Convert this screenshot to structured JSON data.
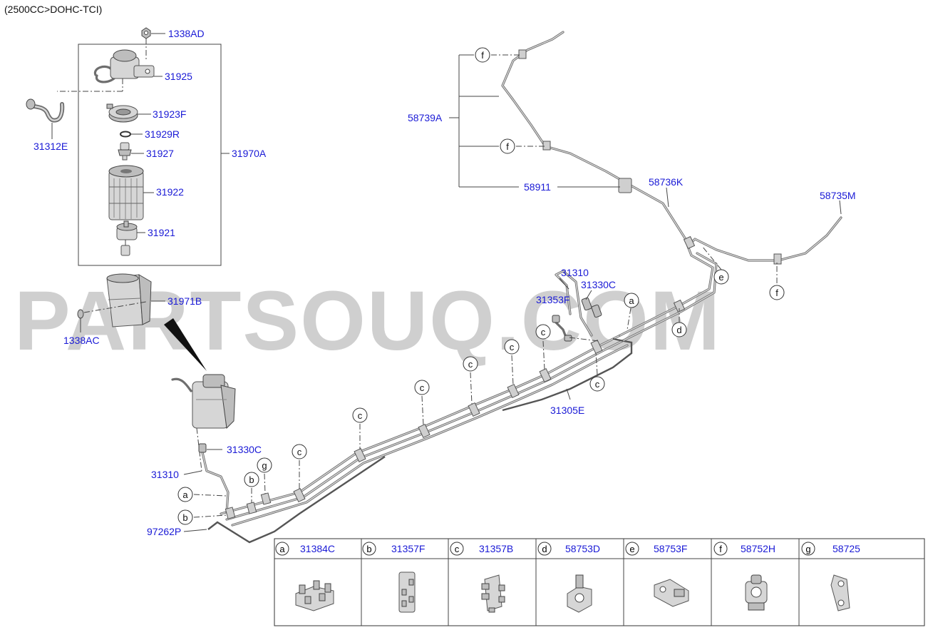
{
  "caption": "(2500CC>DOHC-TCI)",
  "watermark": "PARTSOUQ.COM",
  "parts": {
    "p1338AD": "1338AD",
    "p31925": "31925",
    "p31923F": "31923F",
    "p31929R": "31929R",
    "p31927": "31927",
    "p31922": "31922",
    "p31921": "31921",
    "p31970A": "31970A",
    "p31312E": "31312E",
    "p31971B": "31971B",
    "p1338AC": "1338AC",
    "p58739A": "58739A",
    "p58911": "58911",
    "p58736K": "58736K",
    "p58735M": "58735M",
    "p31310_top": "31310",
    "p31330C_top": "31330C",
    "p31353F": "31353F",
    "p31305E": "31305E",
    "p31330C_low": "31330C",
    "p31310_low": "31310",
    "p97262P": "97262P"
  },
  "bubbles": {
    "f": "f",
    "e": "e",
    "d": "d",
    "c": "c",
    "a": "a",
    "b": "b",
    "g": "g"
  },
  "legend": [
    {
      "letter": "a",
      "part": "31384C"
    },
    {
      "letter": "b",
      "part": "31357F"
    },
    {
      "letter": "c",
      "part": "31357B"
    },
    {
      "letter": "d",
      "part": "58753D"
    },
    {
      "letter": "e",
      "part": "58753F"
    },
    {
      "letter": "f",
      "part": "58752H"
    },
    {
      "letter": "g",
      "part": "58725"
    }
  ]
}
